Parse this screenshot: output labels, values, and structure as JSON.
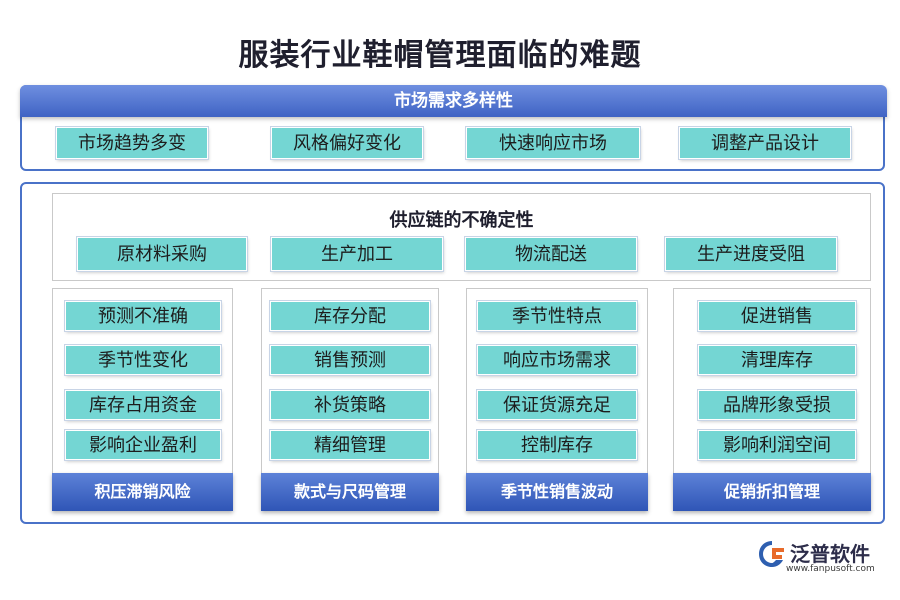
{
  "title": "服装行业鞋帽管理面临的难题",
  "market": {
    "heading": "市场需求多样性",
    "items": [
      "市场趋势多变",
      "风格偏好变化",
      "快速响应市场",
      "调整产品设计"
    ]
  },
  "supply": {
    "heading": "供应链的不确定性",
    "items": [
      "原材料采购",
      "生产加工",
      "物流配送",
      "生产进度受阻"
    ]
  },
  "columns": [
    {
      "footer": "积压滞销风险",
      "items": [
        "预测不准确",
        "季节性变化",
        "库存占用资金",
        "影响企业盈利"
      ]
    },
    {
      "footer": "款式与尺码管理",
      "items": [
        "库存分配",
        "销售预测",
        "补货策略",
        "精细管理"
      ]
    },
    {
      "footer": "季节性销售波动",
      "items": [
        "季节性特点",
        "响应市场需求",
        "保证货源充足",
        "控制库存"
      ]
    },
    {
      "footer": "促销折扣管理",
      "items": [
        "促进销售",
        "清理库存",
        "品牌形象受损",
        "影响利润空间"
      ]
    }
  ],
  "logo": {
    "name": "泛普软件",
    "url": "www.fanpusoft.com",
    "icon": "fanpu-logo-icon"
  },
  "colors": {
    "accent": "#4a72c8",
    "chip": "#74d6d3",
    "banner": "#3f63c4"
  }
}
